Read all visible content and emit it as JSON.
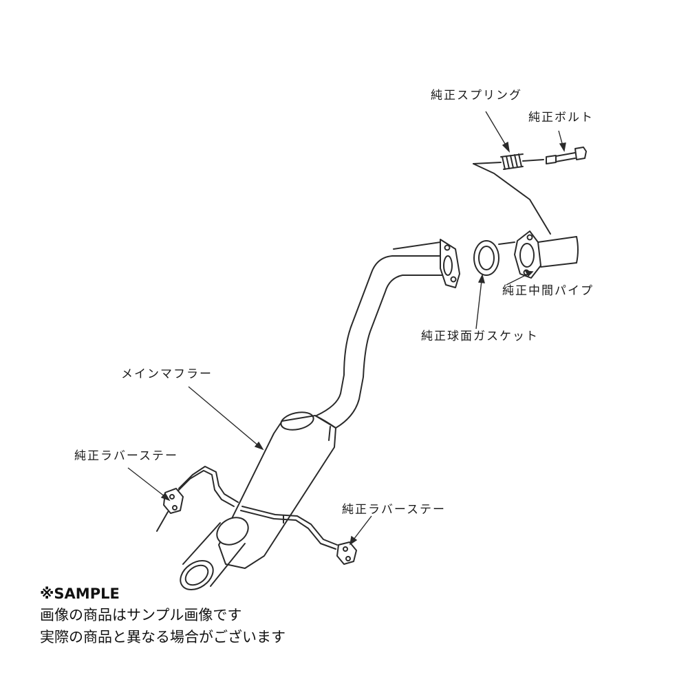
{
  "labels": {
    "spring": "純正スプリング",
    "bolt": "純正ボルト",
    "mid_pipe": "純正中間パイプ",
    "gasket": "純正球面ガスケット",
    "main_muffler": "メインマフラー",
    "rubber_stay_left": "純正ラバーステー",
    "rubber_stay_right": "純正ラバーステー"
  },
  "notice": {
    "title": "※SAMPLE",
    "line1": "画像の商品はサンプル画像です",
    "line2": "実際の商品と異なる場合がございます"
  }
}
